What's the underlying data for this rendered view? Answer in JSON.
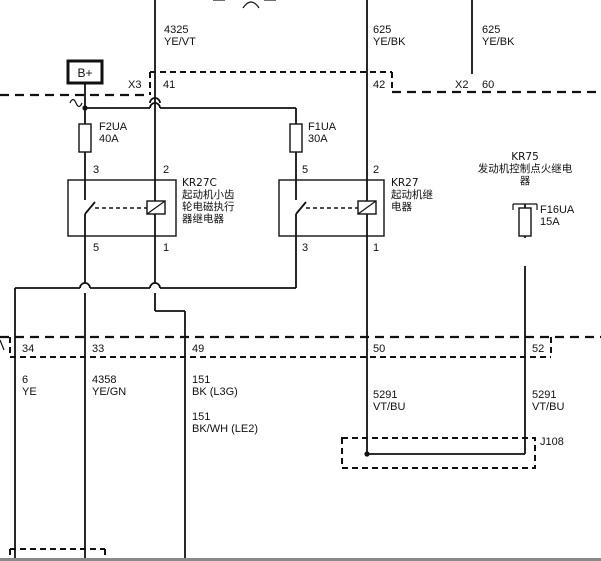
{
  "wires_top": [
    {
      "circuit": "4325",
      "color": "YE/VT"
    },
    {
      "circuit": "625",
      "color": "YE/BK"
    },
    {
      "circuit": "625",
      "color": "YE/BK"
    }
  ],
  "power": {
    "label": "B+"
  },
  "connectors": {
    "x3": {
      "name": "X3",
      "pin_41": "41",
      "pin_42": "42"
    },
    "x2": {
      "name": "X2",
      "pin_60": "60"
    },
    "bottom": {
      "pin_34": "34",
      "pin_33": "33",
      "pin_49": "49",
      "pin_50": "50",
      "pin_52": "52"
    },
    "j108": "J108"
  },
  "fuses": {
    "f2ua": {
      "name": "F2UA",
      "rating": "40A"
    },
    "f1ua": {
      "name": "F1UA",
      "rating": "30A"
    },
    "f16ua": {
      "name": "F16UA",
      "rating": "15A"
    }
  },
  "relays": {
    "kr27c": {
      "id": "KR27C",
      "desc": [
        "起动机小齿",
        "轮电磁执行",
        "器继电器"
      ],
      "pins": {
        "p3": "3",
        "p2": "2",
        "p5": "5",
        "p1": "1"
      }
    },
    "kr27": {
      "id": "KR27",
      "desc": [
        "起动机继",
        "电器"
      ],
      "pins": {
        "p5": "5",
        "p2": "2",
        "p3": "3",
        "p1": "1"
      }
    },
    "kr75": {
      "id": "KR75",
      "desc": [
        "发动机控制点火继电",
        "器"
      ]
    }
  },
  "wires_bottom": {
    "w6": {
      "circuit": "6",
      "color": "YE"
    },
    "w4358": {
      "circuit": "4358",
      "color": "YE/GN"
    },
    "w151a": {
      "circuit": "151",
      "color": "BK  (L3G)"
    },
    "w151b": {
      "circuit": "151",
      "color": "BK/WH  (LE2)"
    },
    "w5291a": {
      "circuit": "5291",
      "color": "VT/BU"
    },
    "w5291b": {
      "circuit": "5291",
      "color": "VT/BU"
    }
  }
}
